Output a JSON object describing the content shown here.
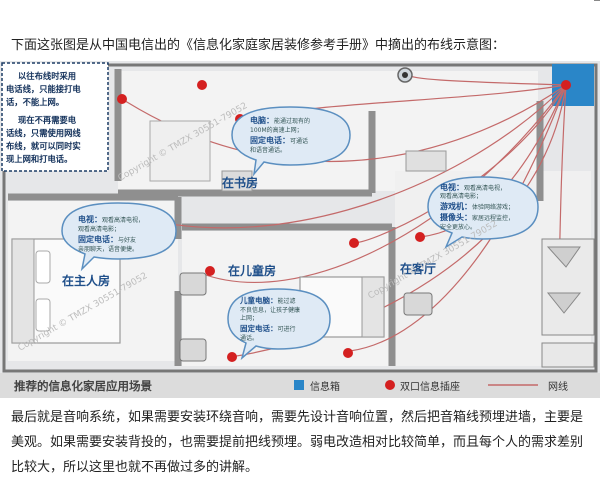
{
  "intro_text": "下面这张图是从中国电信出的《信息化家庭家居装修参考手册》中摘出的布线示意图：",
  "figure": {
    "note": [
      "以往布线时采用",
      "电话线，只能接打电",
      "话，不能上网。",
      "现在不再需要电",
      "话线，只需使用网线",
      "布线，就可以同时实",
      "现上网和打电话。"
    ],
    "rooms": {
      "study": "在书房",
      "master": "在主人房",
      "kids": "在儿童房",
      "living": "在客厅"
    },
    "bubbles": {
      "study": [
        {
          "title": "电脑：",
          "text": "能通过现有的"
        },
        {
          "title": "",
          "text": "100M的高速上网；"
        },
        {
          "title": "固定电话：",
          "text": "可通话"
        },
        {
          "title": "",
          "text": "和语音通话。"
        }
      ],
      "master": [
        {
          "title": "电视：",
          "text": "观看高清电视，"
        },
        {
          "title": "",
          "text": "观看高清电影；"
        },
        {
          "title": "固定电话：",
          "text": "与好友"
        },
        {
          "title": "",
          "text": "亲朋聊天，语音便捷。"
        }
      ],
      "kids": [
        {
          "title": "儿童电脑：",
          "text": "能过滤"
        },
        {
          "title": "",
          "text": "不良信息，让孩子健康"
        },
        {
          "title": "",
          "text": "上网；"
        },
        {
          "title": "固定电话：",
          "text": "可进行"
        },
        {
          "title": "",
          "text": "通话。"
        }
      ],
      "living": [
        {
          "title": "电视：",
          "text": "观看高清电视，"
        },
        {
          "title": "",
          "text": "观看高清电影；"
        },
        {
          "title": "游戏机：",
          "text": "体验网络游戏；"
        },
        {
          "title": "摄像头：",
          "text": "家居远程监控，"
        },
        {
          "title": "",
          "text": "安全更放心。"
        }
      ]
    },
    "legend": {
      "title": "推荐的信息化家居应用场景",
      "box_label": "信息箱",
      "socket_label": "双口信息插座",
      "line_label": "网线"
    },
    "watermarks": [
      "Copyright © TMZX 30551-79052",
      "Copyright © TMZX 30551-79052",
      "Copyright © TMZX 30551-79052"
    ],
    "colors": {
      "bubble_fill": "#dfeaf5",
      "bubble_stroke": "#5b8fc0",
      "room_label": "#1f4f8a",
      "socket": "#d42020",
      "info_box": "#2a86c8",
      "cable": "#c46a6a",
      "wall": "#9a9a9a"
    }
  },
  "paragraph": "最后就是音响系统，如果需要安装环绕音响，需要先设计音响位置，然后把音箱线预埋进墙，主要是美观。如果需要安装背投的，也需要提前把线预埋。弱电改造相对比较简单，而且每个人的需求差别比较大，所以这里也就不再做过多的讲解。"
}
